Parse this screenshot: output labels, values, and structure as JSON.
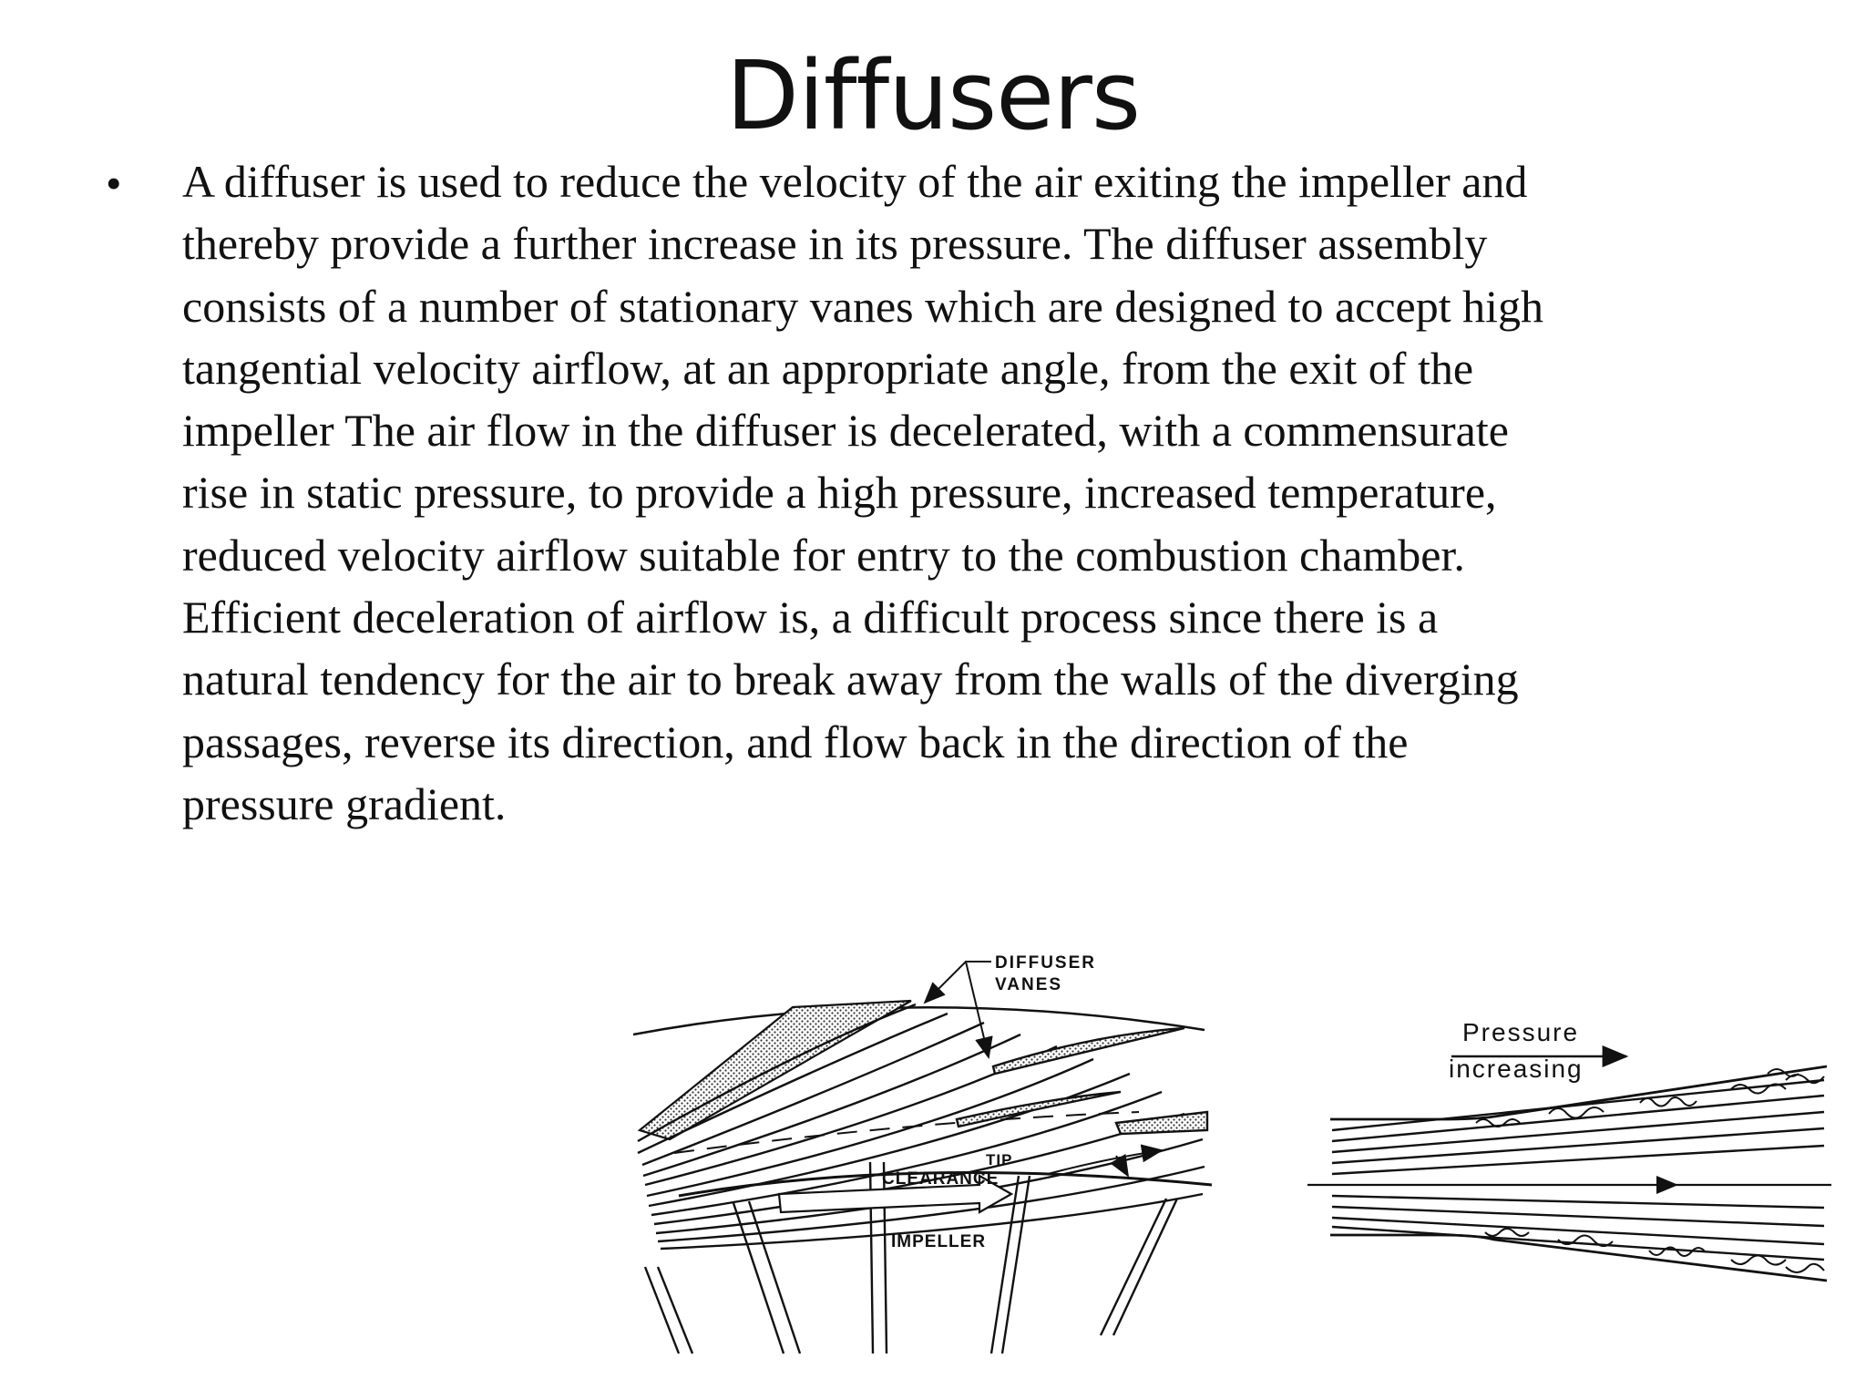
{
  "slide": {
    "title": "Diffusers",
    "bullet_symbol": "•",
    "paragraph_lines": [
      "A diffuser is used to reduce the velocity of the air exiting the impeller and",
      "thereby provide a further increase in its pressure. The diffuser assembly",
      "consists of a number of stationary vanes which are designed to accept high",
      "tangential velocity airflow, at an appropriate angle, from the exit of the",
      "impeller The air flow in the diffuser is decelerated, with a commensurate",
      "rise in static pressure, to provide a high pressure, increased temperature,",
      "reduced velocity airflow suitable for entry to the combustion chamber.",
      "Efficient deceleration of airflow is, a difficult process since there is a",
      "natural tendency for the air to break away from the walls of the diverging",
      "passages, reverse its direction, and flow back in the direction of the",
      "pressure gradient."
    ]
  },
  "figure_left": {
    "label_diffuser": "DIFFUSER",
    "label_vanes": "VANES",
    "label_tip": "TIP",
    "label_clearance": "CLEARANCE",
    "label_impeller": "IMPELLER"
  },
  "figure_right": {
    "label_pressure": "Pressure",
    "label_increasing": "increasing"
  }
}
